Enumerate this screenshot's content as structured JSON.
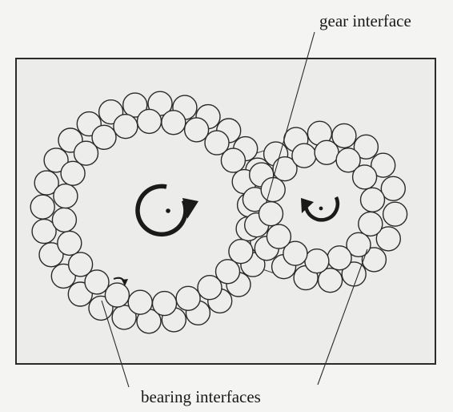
{
  "labels": {
    "gear_interface": "gear interface",
    "bearing_interfaces": "bearing interfaces"
  },
  "colors": {
    "background": "#f4f4f2",
    "frame_fill": "#ececea",
    "ink": "#1a1a1a"
  },
  "rotation": {
    "large_gear": "clockwise",
    "small_gear": "counterclockwise"
  }
}
